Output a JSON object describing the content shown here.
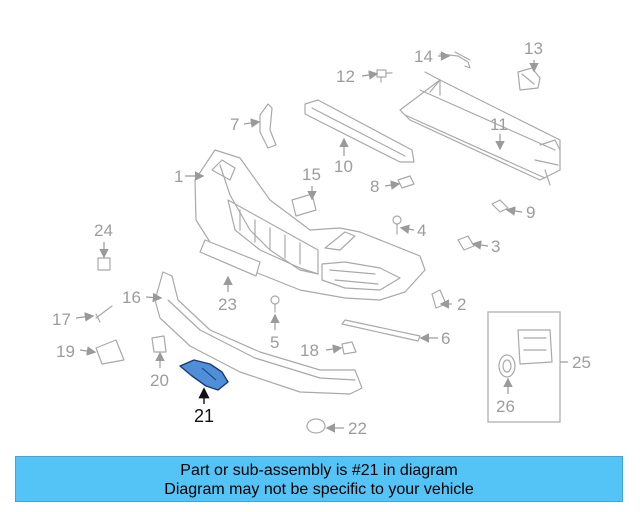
{
  "diagram": {
    "callouts": [
      "1",
      "2",
      "3",
      "4",
      "5",
      "6",
      "7",
      "8",
      "9",
      "10",
      "11",
      "12",
      "13",
      "14",
      "15",
      "16",
      "17",
      "18",
      "19",
      "20",
      "21",
      "22",
      "23",
      "24",
      "25",
      "26"
    ],
    "highlighted_callout": "21",
    "highlight_color": "#4f8fd8",
    "line_color": "#a9a9a9"
  },
  "banner": {
    "line1": "Part or sub-assembly is #21 in diagram",
    "line2": "Diagram may not be specific to your vehicle",
    "background": "#54c3f5"
  }
}
